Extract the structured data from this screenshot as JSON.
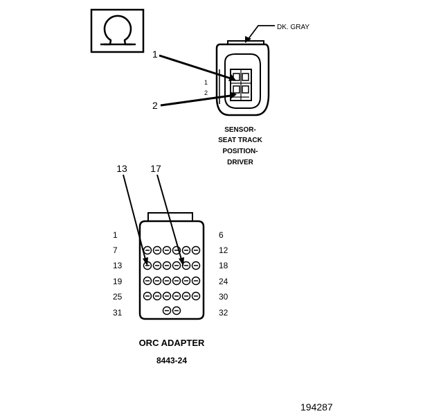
{
  "ohm_box": {
    "symbol": "Ω"
  },
  "sensor_connector": {
    "wire_color": "DK. GRAY",
    "callouts": [
      "1",
      "2"
    ],
    "pin_labels": [
      "1",
      "2"
    ],
    "caption": [
      "SENSOR-",
      "SEAT TRACK",
      "POSITION-",
      "DRIVER"
    ]
  },
  "orc_adapter": {
    "callouts": [
      "13",
      "17"
    ],
    "row_start_labels": [
      "1",
      "7",
      "13",
      "19",
      "25",
      "31"
    ],
    "row_end_labels": [
      "6",
      "12",
      "18",
      "24",
      "30",
      "32"
    ],
    "title": "ORC ADAPTER",
    "part_number": "8443-24"
  },
  "figure_id": "194287"
}
